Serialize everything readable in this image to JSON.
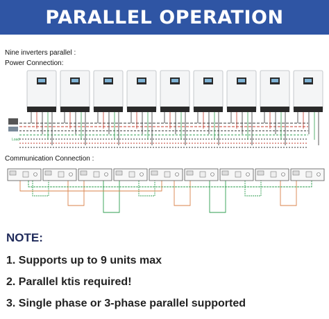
{
  "header": {
    "title": "PARALLEL OPERATION"
  },
  "power_section": {
    "line1": "Nine inverters parallel :",
    "line2": "Power Connection:",
    "inverter_count": 9,
    "side_label": "Load"
  },
  "communication_section": {
    "label": "Communication Connection :",
    "board_count": 9
  },
  "notes": {
    "title": "NOTE:",
    "items": [
      "1. Supports up to 9 units max",
      "2. Parallel ktis required!",
      "3. Single phase or 3-phase parallel supported"
    ]
  },
  "colors": {
    "banner": "#2f55a4",
    "wire_red": "#c0392b",
    "wire_green": "#2e9e4f",
    "wire_orange": "#d9824a",
    "wire_black": "#333333"
  }
}
